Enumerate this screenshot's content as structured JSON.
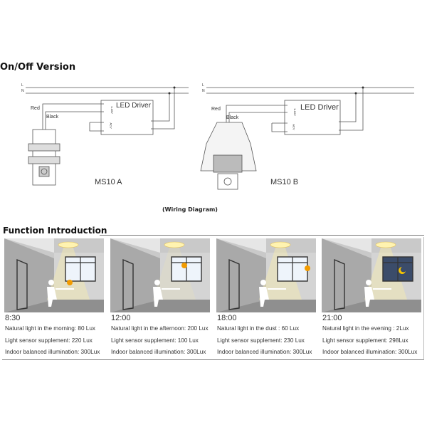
{
  "title": "On/Off Version",
  "wiring": {
    "line_L": "L",
    "line_N": "N",
    "wire_red": "Red",
    "wire_black": "Black",
    "driver_label": "LED Driver",
    "driver_dim_label": "1-10V",
    "driver_in_label": "ACV",
    "models": [
      "MS10 A",
      "MS10 B"
    ],
    "caption": "(Wiring Diagram)"
  },
  "function_intro": {
    "title": "Function Introduction",
    "panels": [
      {
        "time": "8:30",
        "natural": "Natural light in the morning: 80 Lux",
        "supplement": "Light sensor supplement: 220 Lux",
        "indoor": "Indoor balanced illumination:  300Lux"
      },
      {
        "time": "12:00",
        "natural": "Natural light in the afternoon: 200 Lux",
        "supplement": "Light sensor supplement:  100 Lux",
        "indoor": "Indoor balanced illumination:  300Lux"
      },
      {
        "time": "18:00",
        "natural": "Natural light in the dust : 60 Lux",
        "supplement": "Light sensor supplement: 230 Lux",
        "indoor": "Indoor balanced illumination:  300Lux"
      },
      {
        "time": "21:00",
        "natural": "Natural light in the evening : 2Lux",
        "supplement": "Light sensor supplement: 298Lux",
        "indoor": "Indoor balanced illumination:  300Lux"
      }
    ]
  }
}
